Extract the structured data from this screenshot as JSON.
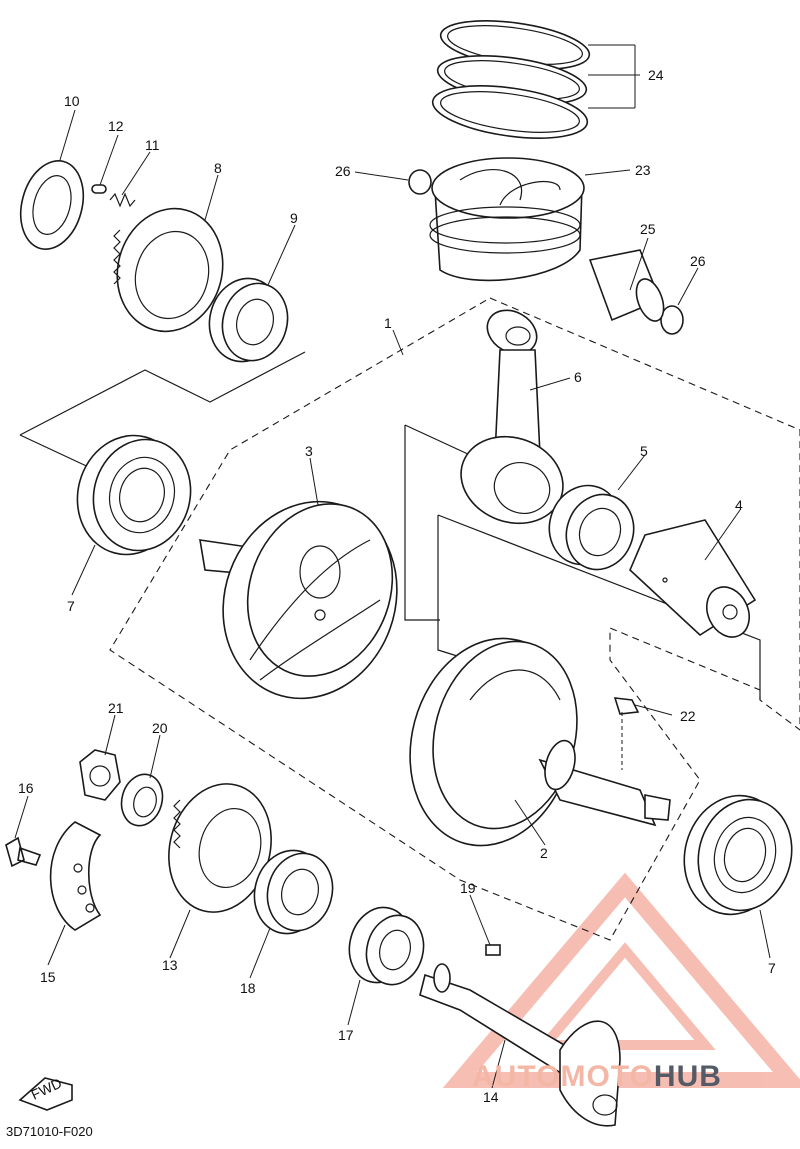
{
  "diagram": {
    "code": "3D71010-F020",
    "fwd_label": "FWD"
  },
  "watermark": {
    "part1": "AUTOMOTO",
    "part2": "HUB"
  },
  "callouts": [
    "10",
    "12",
    "11",
    "8",
    "9",
    "24",
    "26",
    "23",
    "25",
    "26",
    "1",
    "6",
    "5",
    "4",
    "3",
    "7",
    "22",
    "2",
    "7",
    "21",
    "20",
    "16",
    "15",
    "13",
    "18",
    "17",
    "19",
    "14"
  ],
  "colors": {
    "line": "#1a1a1a",
    "background": "#ffffff",
    "watermark_red": "#f08a74",
    "watermark_gray": "#555b66"
  }
}
